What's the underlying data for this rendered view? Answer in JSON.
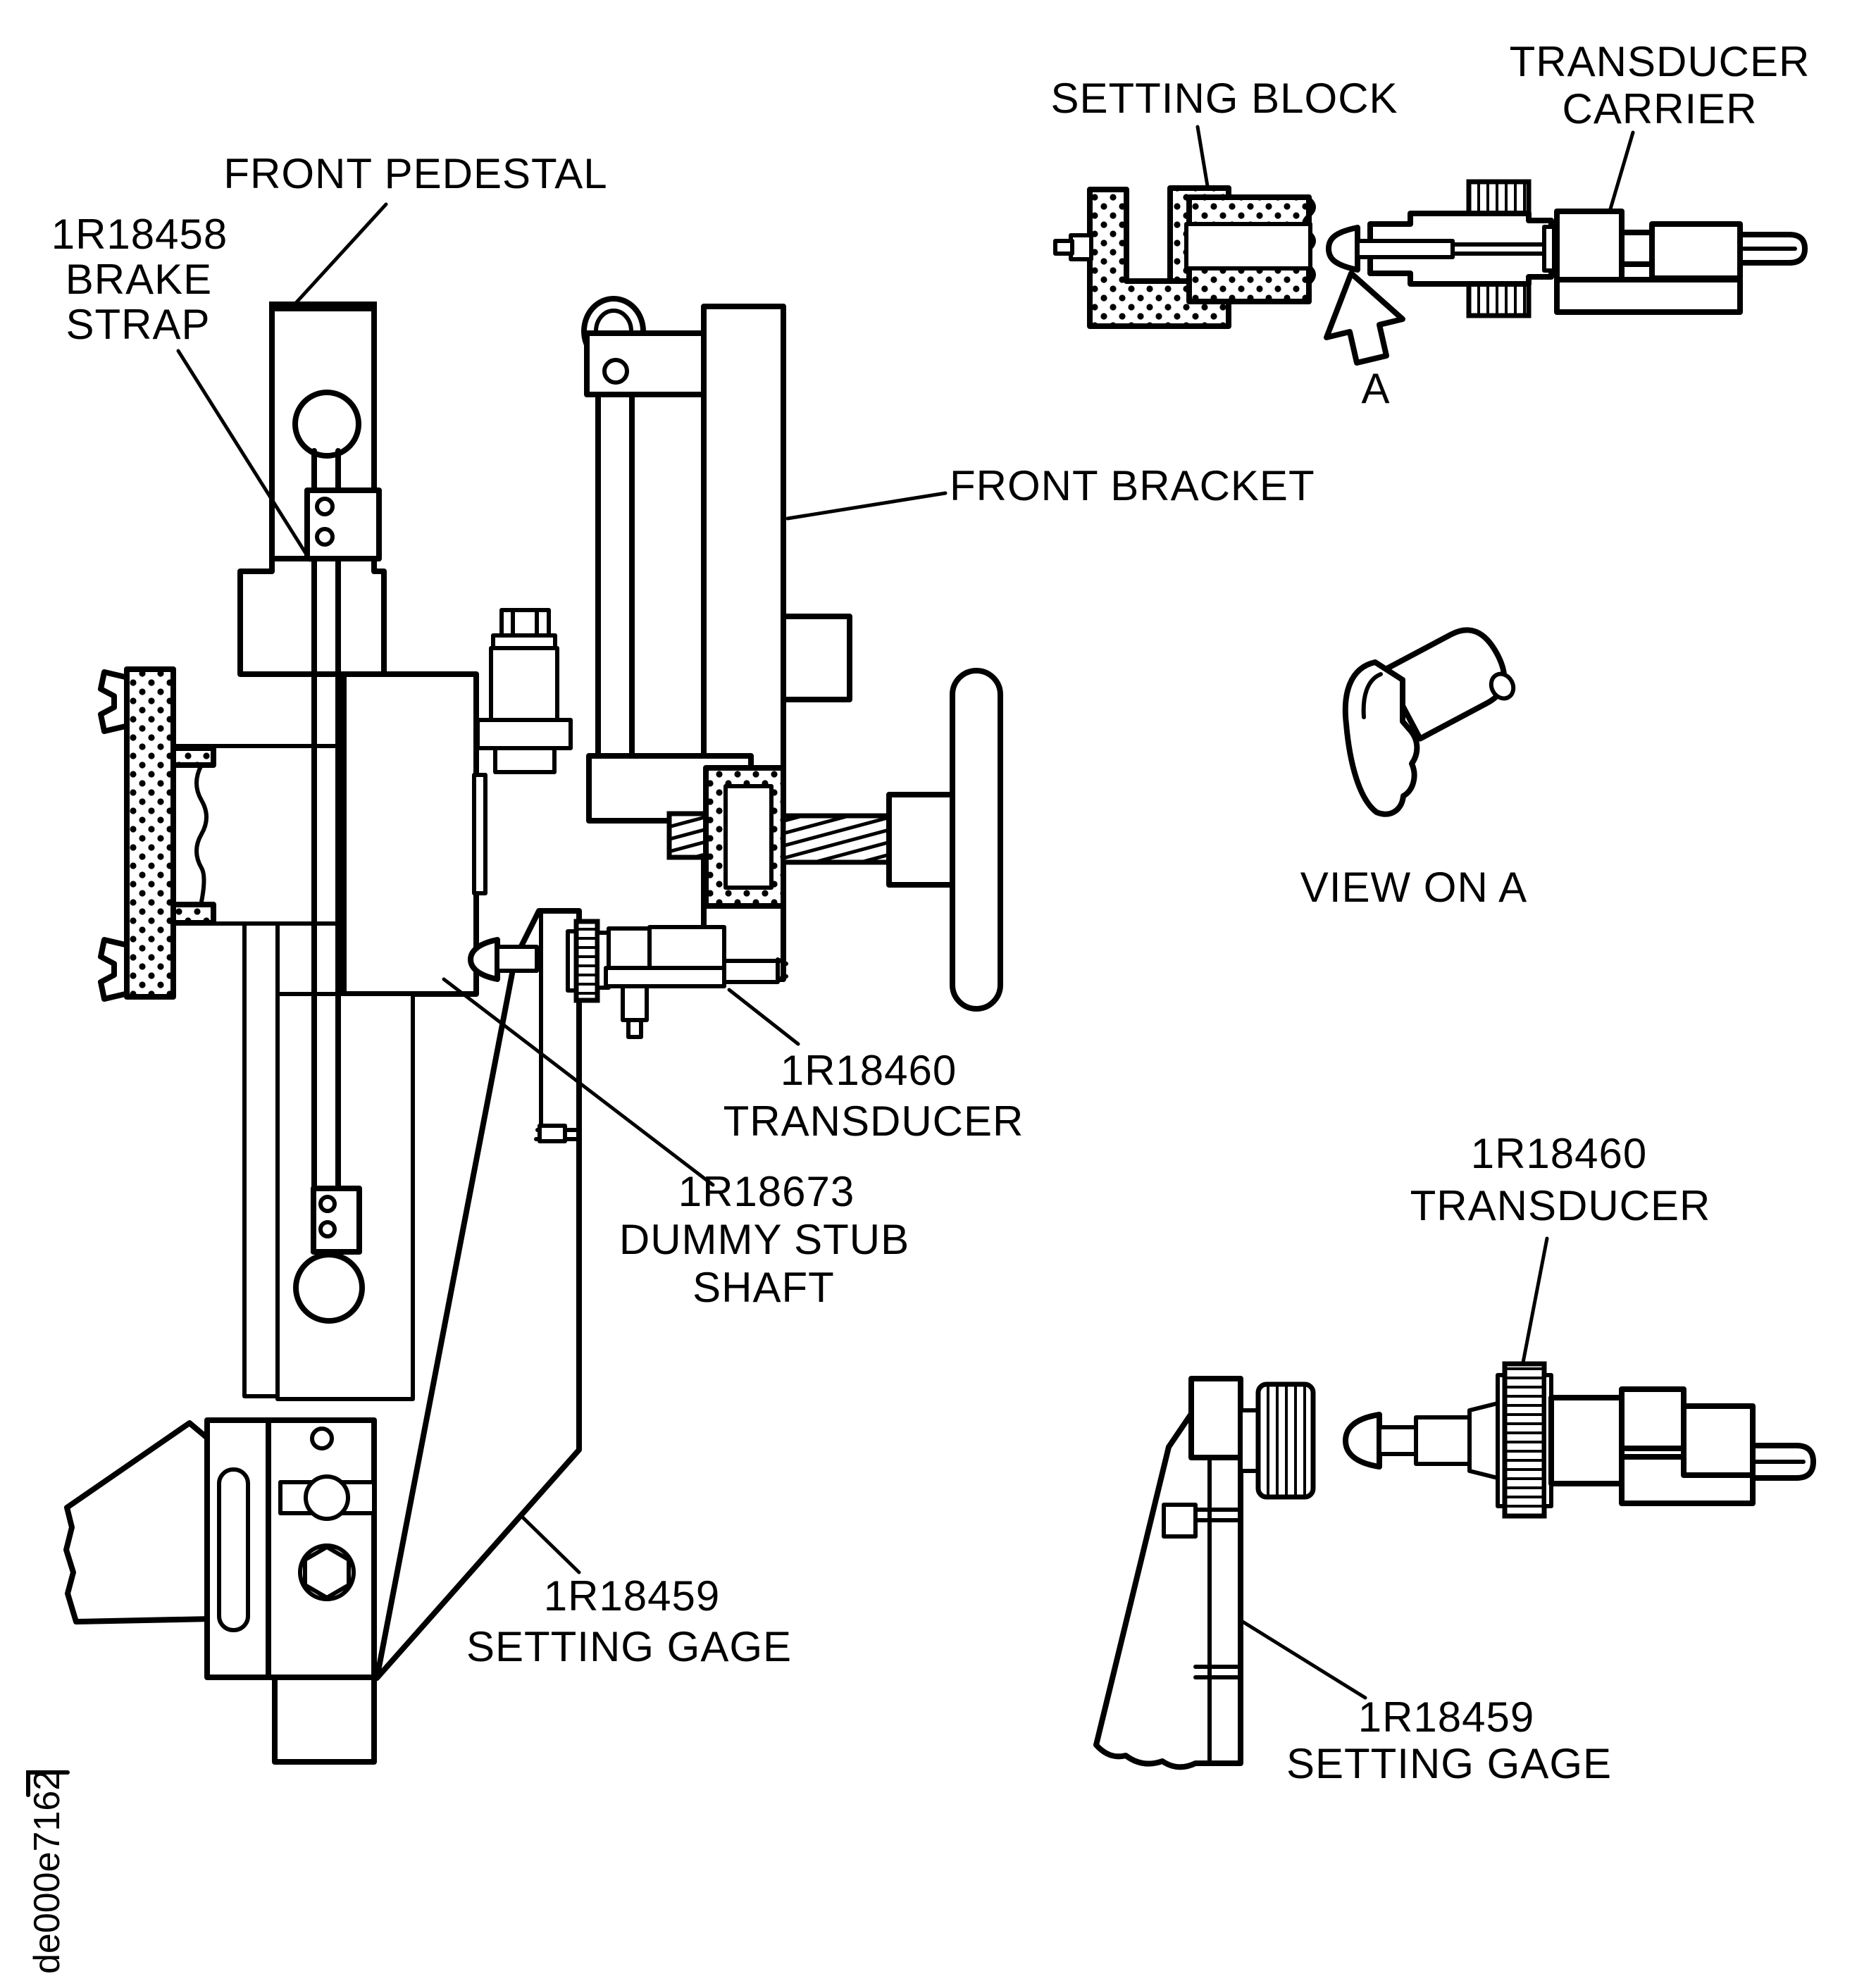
{
  "drawing": {
    "background": "#ffffff",
    "ink": "#000000",
    "figure_code": "de000e7162",
    "main_view": {
      "front_pedestal": "FRONT PEDESTAL",
      "brake_strap": {
        "part": "1R18458",
        "l2": "BRAKE",
        "l3": "STRAP"
      },
      "front_bracket": "FRONT BRACKET",
      "transducer": {
        "part": "1R18460",
        "l2": "TRANSDUCER"
      },
      "dummy_stub_shaft": {
        "part": "1R18673",
        "l2": "DUMMY STUB",
        "l3": "SHAFT"
      },
      "setting_gage": {
        "part": "1R18459",
        "l2": "SETTING GAGE"
      }
    },
    "detail_top": {
      "setting_block": "SETTING BLOCK",
      "transducer_carrier": {
        "l1": "TRANSDUCER",
        "l2": "CARRIER"
      },
      "arrow": "A"
    },
    "view_a": {
      "caption": "VIEW ON A"
    },
    "detail_bottom": {
      "transducer": {
        "part": "1R18460",
        "l2": "TRANSDUCER"
      },
      "setting_gage": {
        "part": "1R18459",
        "l2": "SETTING GAGE"
      }
    }
  }
}
